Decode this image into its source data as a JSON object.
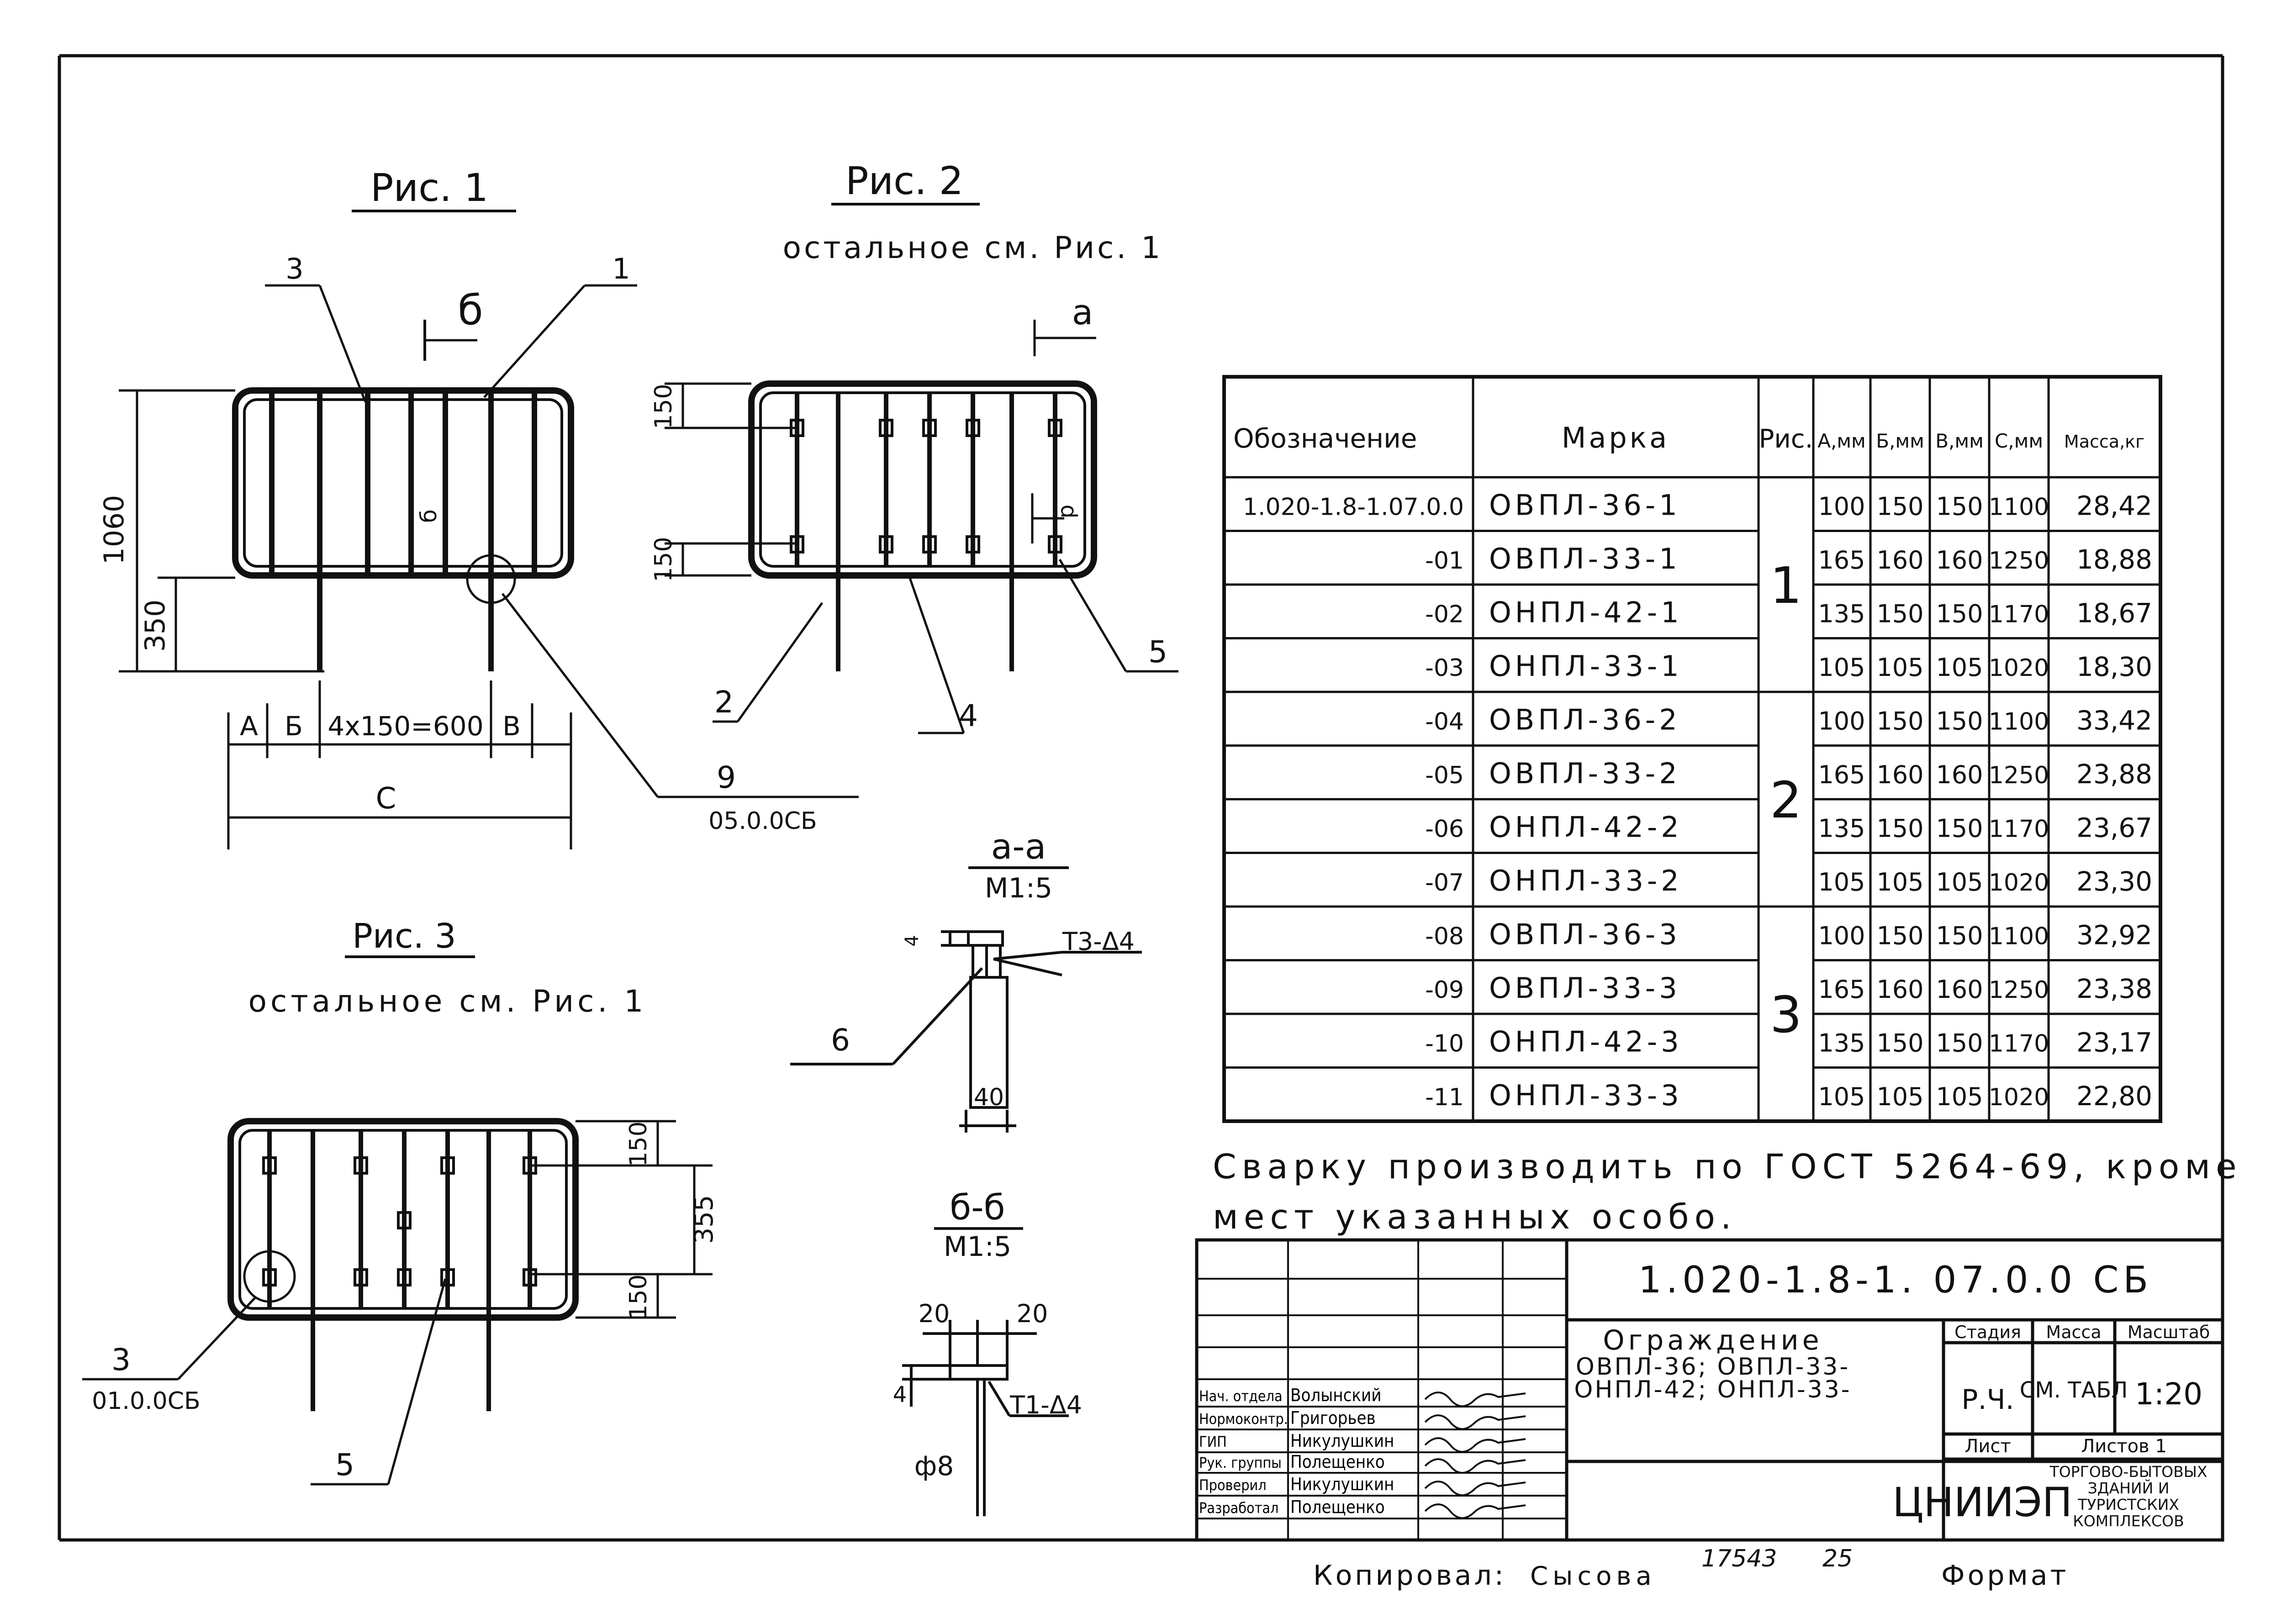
{
  "figures": {
    "fig1": {
      "title": "Рис. 1",
      "callouts": [
        "3",
        "1",
        "9"
      ],
      "callout_9_ref": "05.0.0СБ",
      "section_mark": "б",
      "dims": {
        "height": "1060",
        "leg": "350",
        "spacing": "4х150=600",
        "a": "А",
        "b": "Б",
        "v": "В",
        "c": "С"
      },
      "small_mark": "б"
    },
    "fig2": {
      "title": "Рис. 2",
      "subtitle": "остальное см. Рис. 1",
      "section_mark": "а",
      "dims": {
        "top": "150",
        "bottom": "150",
        "p": "р"
      },
      "callouts": [
        "2",
        "4",
        "5"
      ]
    },
    "fig3": {
      "title": "Рис. 3",
      "subtitle": "остальное см. Рис. 1",
      "dims": {
        "top": "150",
        "total": "355",
        "bottom": "150"
      },
      "callout_3": "3",
      "callout_3_ref": "01.0.0СБ",
      "callout_5": "5"
    },
    "section_aa": {
      "title": "а-а",
      "scale": "М1:5",
      "weld": "Т3-Δ4",
      "callout": "6",
      "width": "40",
      "dim": "4"
    },
    "section_bb": {
      "title": "б-б",
      "scale": "М1:5",
      "weld": "Т1-Δ4",
      "dims": {
        "left": "20",
        "right": "20",
        "h": "4"
      },
      "dia": "ф8"
    }
  },
  "table": {
    "headers": [
      "Обозначение",
      "Марка",
      "Рис.",
      "А,мм",
      "Б,мм",
      "В,мм",
      "С,мм",
      "Масса,кг"
    ],
    "rows": [
      {
        "code": "1.020-1.8-1.07.0.0",
        "mark": "ОВПЛ-36-1",
        "a": "100",
        "b": "150",
        "v": "150",
        "c": "1100",
        "mass": "28,42"
      },
      {
        "code": "-01",
        "mark": "ОВПЛ-33-1",
        "a": "165",
        "b": "160",
        "v": "160",
        "c": "1250",
        "mass": "18,88"
      },
      {
        "code": "-02",
        "mark": "ОНПЛ-42-1",
        "a": "135",
        "b": "150",
        "v": "150",
        "c": "1170",
        "mass": "18,67"
      },
      {
        "code": "-03",
        "mark": "ОНПЛ-33-1",
        "a": "105",
        "b": "105",
        "v": "105",
        "c": "1020",
        "mass": "18,30"
      },
      {
        "code": "-04",
        "mark": "ОВПЛ-36-2",
        "a": "100",
        "b": "150",
        "v": "150",
        "c": "1100",
        "mass": "33,42"
      },
      {
        "code": "-05",
        "mark": "ОВПЛ-33-2",
        "a": "165",
        "b": "160",
        "v": "160",
        "c": "1250",
        "mass": "23,88"
      },
      {
        "code": "-06",
        "mark": "ОНПЛ-42-2",
        "a": "135",
        "b": "150",
        "v": "150",
        "c": "1170",
        "mass": "23,67"
      },
      {
        "code": "-07",
        "mark": "ОНПЛ-33-2",
        "a": "105",
        "b": "105",
        "v": "105",
        "c": "1020",
        "mass": "23,30"
      },
      {
        "code": "-08",
        "mark": "ОВПЛ-36-3",
        "a": "100",
        "b": "150",
        "v": "150",
        "c": "1100",
        "mass": "32,92"
      },
      {
        "code": "-09",
        "mark": "ОВПЛ-33-3",
        "a": "165",
        "b": "160",
        "v": "160",
        "c": "1250",
        "mass": "23,38"
      },
      {
        "code": "-10",
        "mark": "ОНПЛ-42-3",
        "a": "135",
        "b": "150",
        "v": "150",
        "c": "1170",
        "mass": "23,17"
      },
      {
        "code": "-11",
        "mark": "ОНПЛ-33-3",
        "a": "105",
        "b": "105",
        "v": "105",
        "c": "1020",
        "mass": "22,80"
      }
    ],
    "fig_groups": [
      "1",
      "2",
      "3"
    ]
  },
  "note": {
    "line1": "Сварку производить по ГОСТ 5264-69, кроме",
    "line2": "мест указанных особо."
  },
  "title_block": {
    "doc_code": "1.020-1.8-1.  07.0.0 СБ",
    "name_line1": "Ограждение",
    "name_line2": "ОВПЛ-36;  ОВПЛ-33-",
    "name_line3": "ОНПЛ-42;  ОНПЛ-33-",
    "stage_label": "Стадия",
    "mass_label": "Масса",
    "scale_label": "Масштаб",
    "stage": "Р.Ч.",
    "mass": "СМ. ТАБЛ",
    "scale": "1:20",
    "sheet_label": "Лист",
    "sheets_label": "Листов 1",
    "org": "ЦНИИЭП",
    "org_desc": "торгово-бытовых зданий и туристских комплексов",
    "roles": [
      {
        "role": "Нач. отдела",
        "name": "Волынский"
      },
      {
        "role": "Нормоконтр.",
        "name": "Григорьев"
      },
      {
        "role": "ГИП",
        "name": "Никулушкин"
      },
      {
        "role": "Рук. группы",
        "name": "Полещенко"
      },
      {
        "role": "Проверил",
        "name": "Никулушкин"
      },
      {
        "role": "Разработал",
        "name": "Полещенко"
      }
    ]
  },
  "footer": {
    "copied_label": "Копировал:",
    "copied_name": "Сысова",
    "num1": "17543",
    "num2": "25",
    "format_label": "Формат"
  }
}
